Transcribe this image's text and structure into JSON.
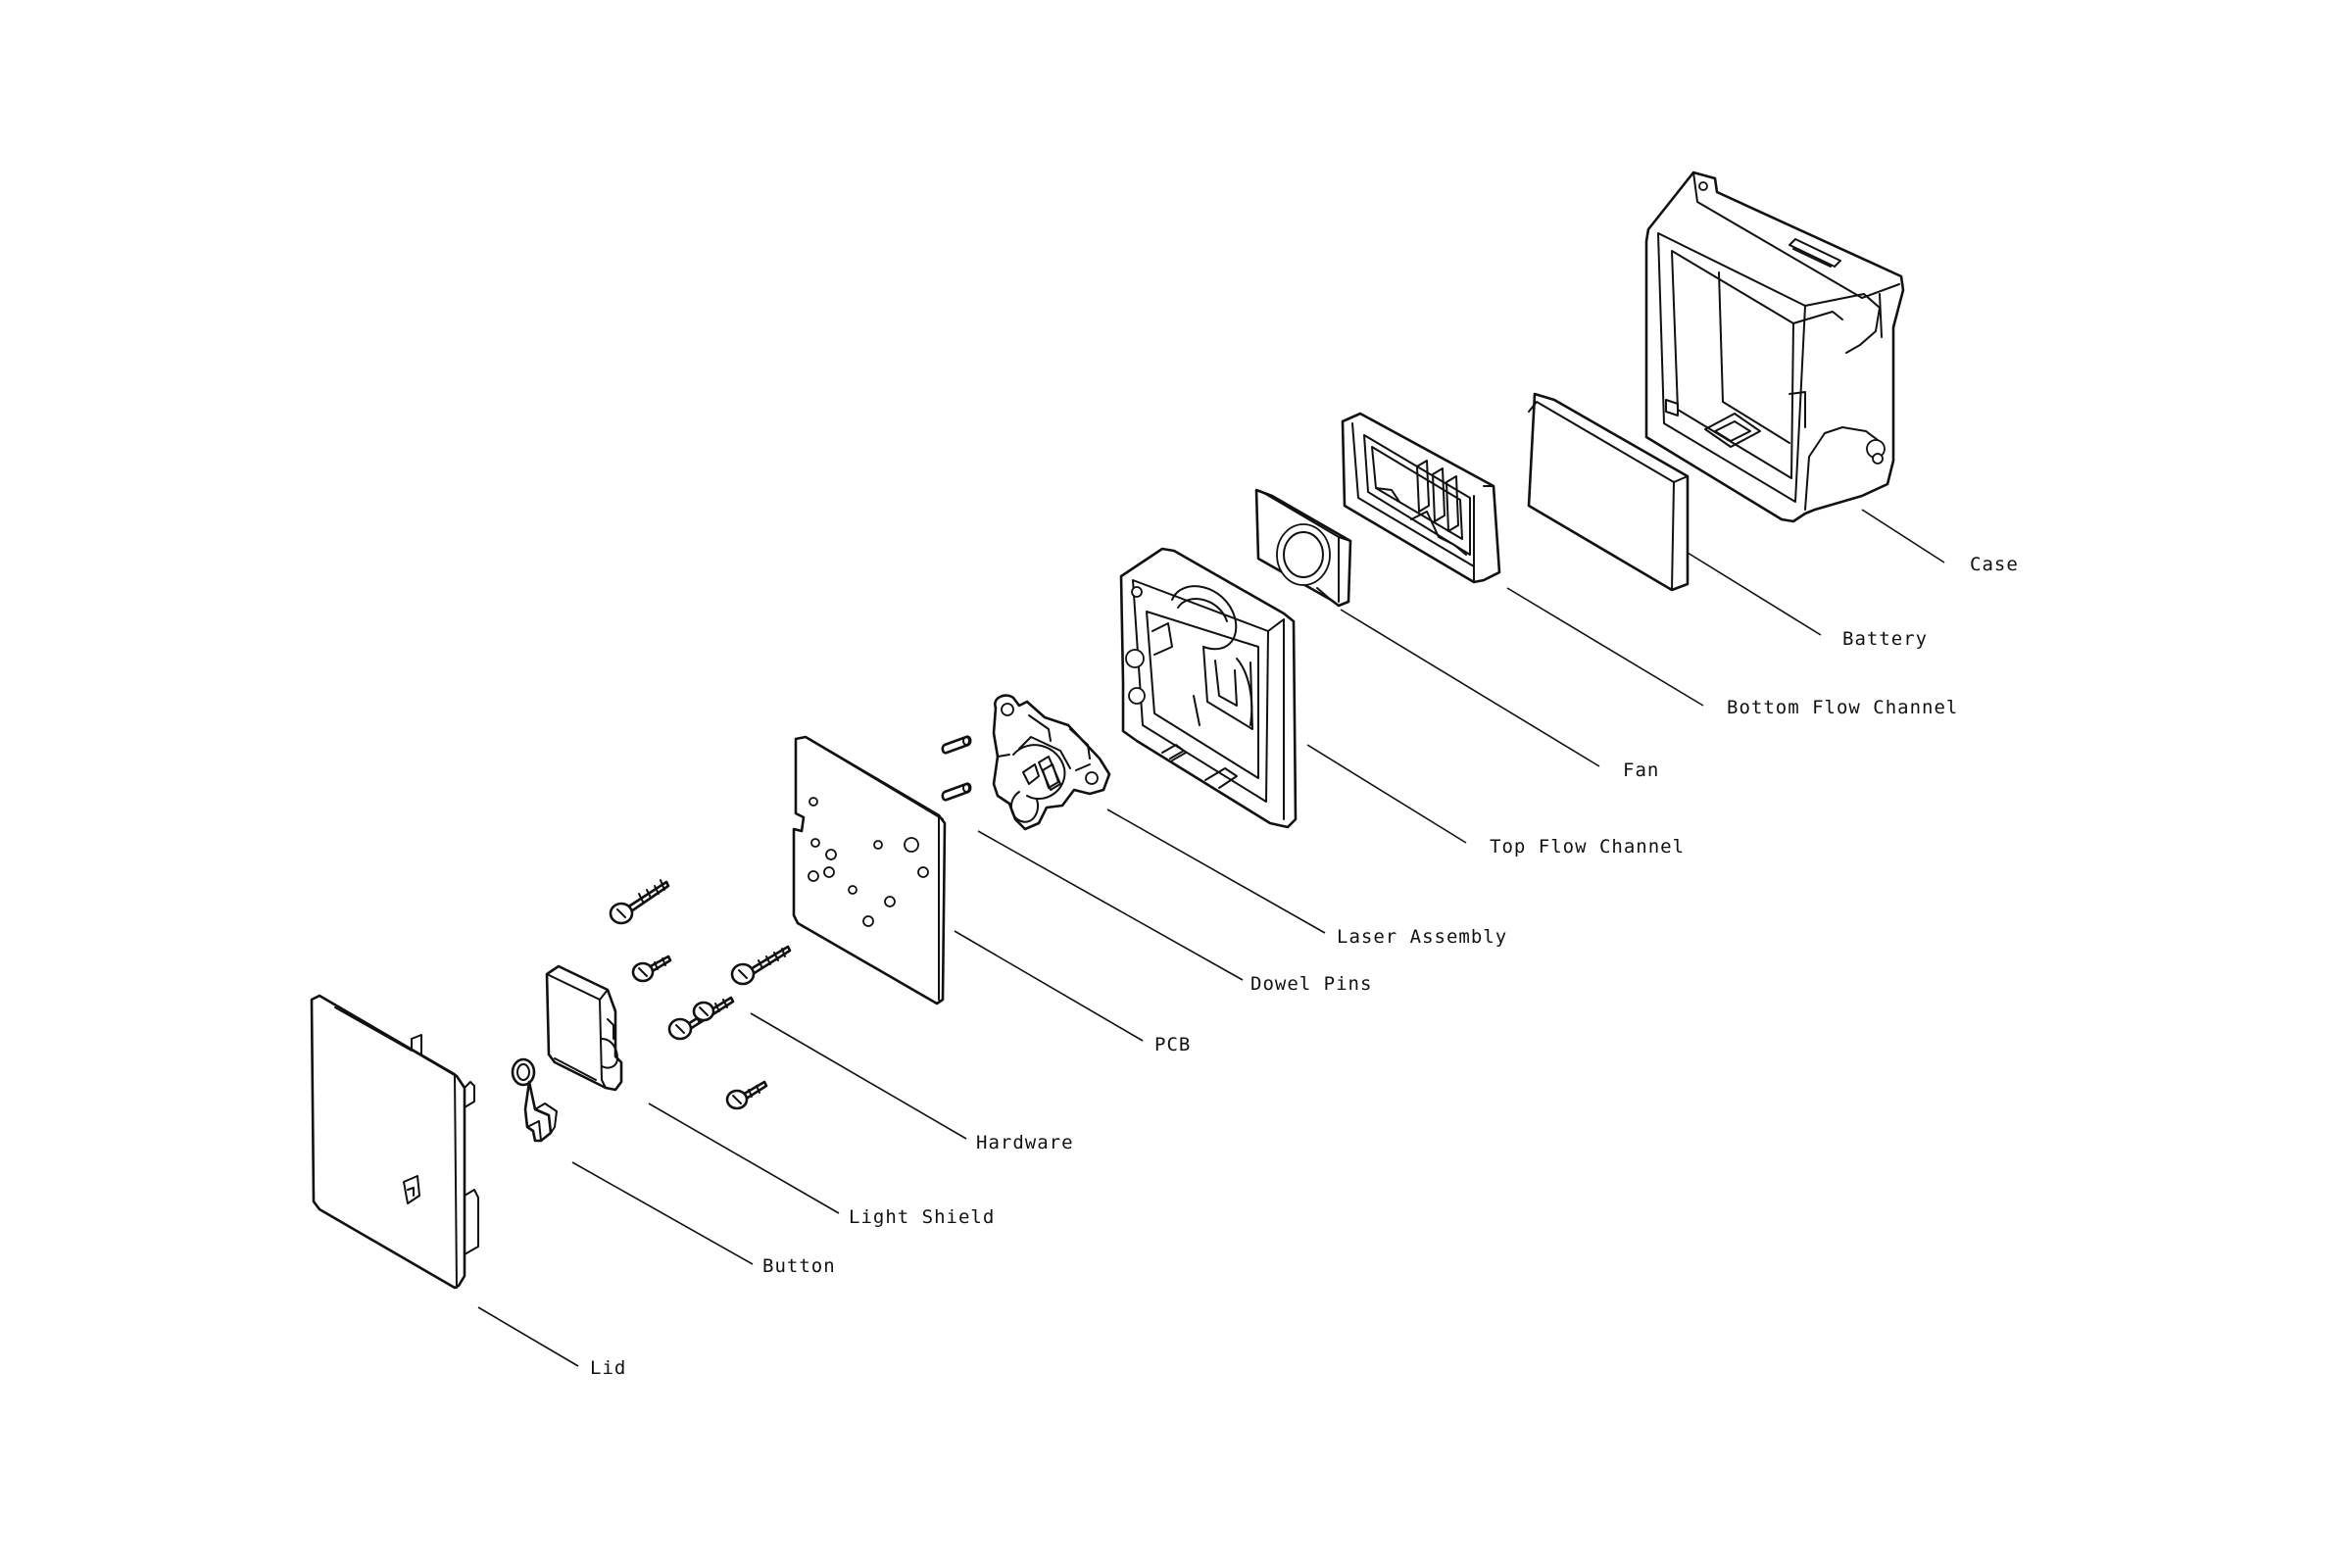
{
  "labels": {
    "case": "Case",
    "battery": "Battery",
    "bottom_flow_channel": "Bottom Flow Channel",
    "fan": "Fan",
    "top_flow_channel": "Top Flow Channel",
    "laser_assembly": "Laser Assembly",
    "dowel_pins": "Dowel Pins",
    "pcb": "PCB",
    "hardware": "Hardware",
    "light_shield": "Light Shield",
    "button": "Button",
    "lid": "Lid"
  },
  "colors": {
    "line": "#111111",
    "background": "#ffffff"
  }
}
